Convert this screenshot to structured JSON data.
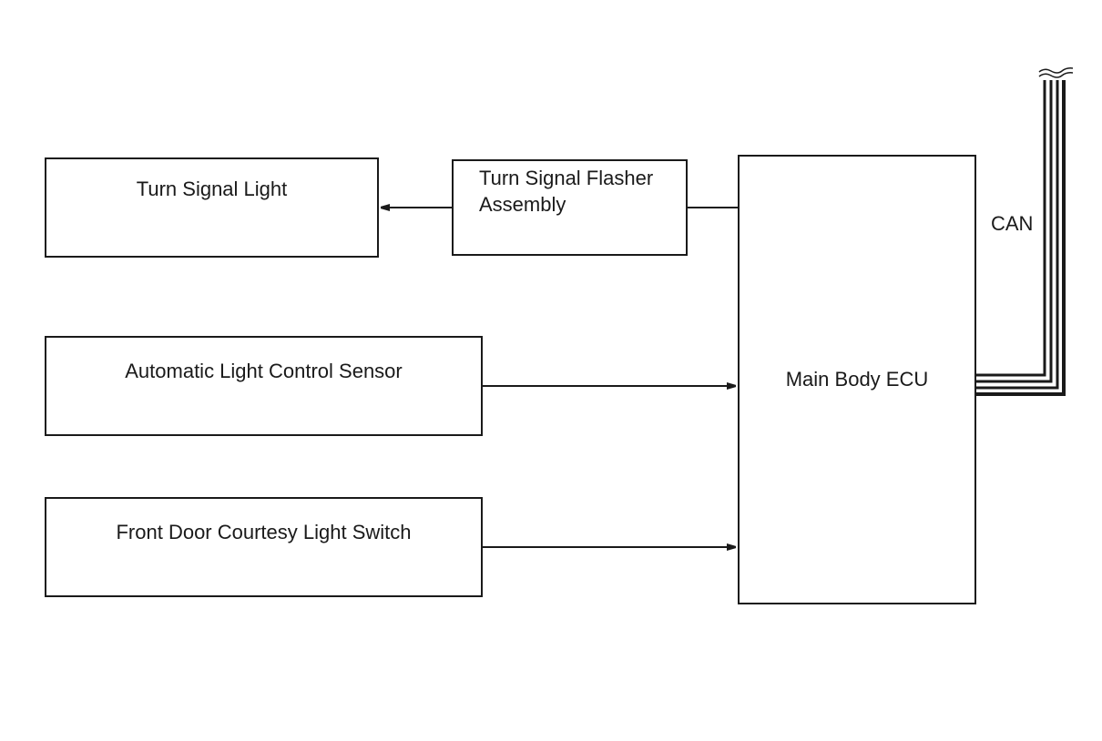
{
  "diagram": {
    "blocks": {
      "turn_signal_light": "Turn Signal Light",
      "turn_signal_flasher": "Turn Signal Flasher Assembly",
      "automatic_light_sensor": "Automatic Light Control Sensor",
      "front_door_switch": "Front Door Courtesy Light Switch",
      "main_body_ecu": "Main Body ECU"
    },
    "bus_label": "CAN",
    "connections": [
      {
        "from": "Turn Signal Flasher Assembly",
        "to": "Turn Signal Light",
        "arrow": true
      },
      {
        "from": "Main Body ECU",
        "to": "Turn Signal Flasher Assembly",
        "arrow": false
      },
      {
        "from": "Automatic Light Control Sensor",
        "to": "Main Body ECU",
        "arrow": true
      },
      {
        "from": "Front Door Courtesy Light Switch",
        "to": "Main Body ECU",
        "arrow": true
      },
      {
        "from": "Main Body ECU",
        "to": "CAN",
        "arrow": false
      }
    ],
    "colors": {
      "line": "#1a1a1a",
      "background": "#ffffff"
    }
  }
}
